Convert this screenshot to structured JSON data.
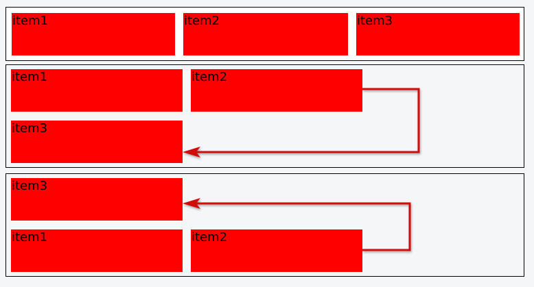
{
  "demo_1": {
    "items": [
      "item1",
      "item2",
      "item3"
    ]
  },
  "demo_2": {
    "items": [
      "item1",
      "item2",
      "item3"
    ]
  },
  "demo_3": {
    "items": [
      "item3",
      "item1",
      "item2"
    ]
  },
  "colors": {
    "item_bg": "#ff0000",
    "arrow": "#d01010",
    "border": "#000000",
    "panel_bg": "#f5f6f8"
  }
}
